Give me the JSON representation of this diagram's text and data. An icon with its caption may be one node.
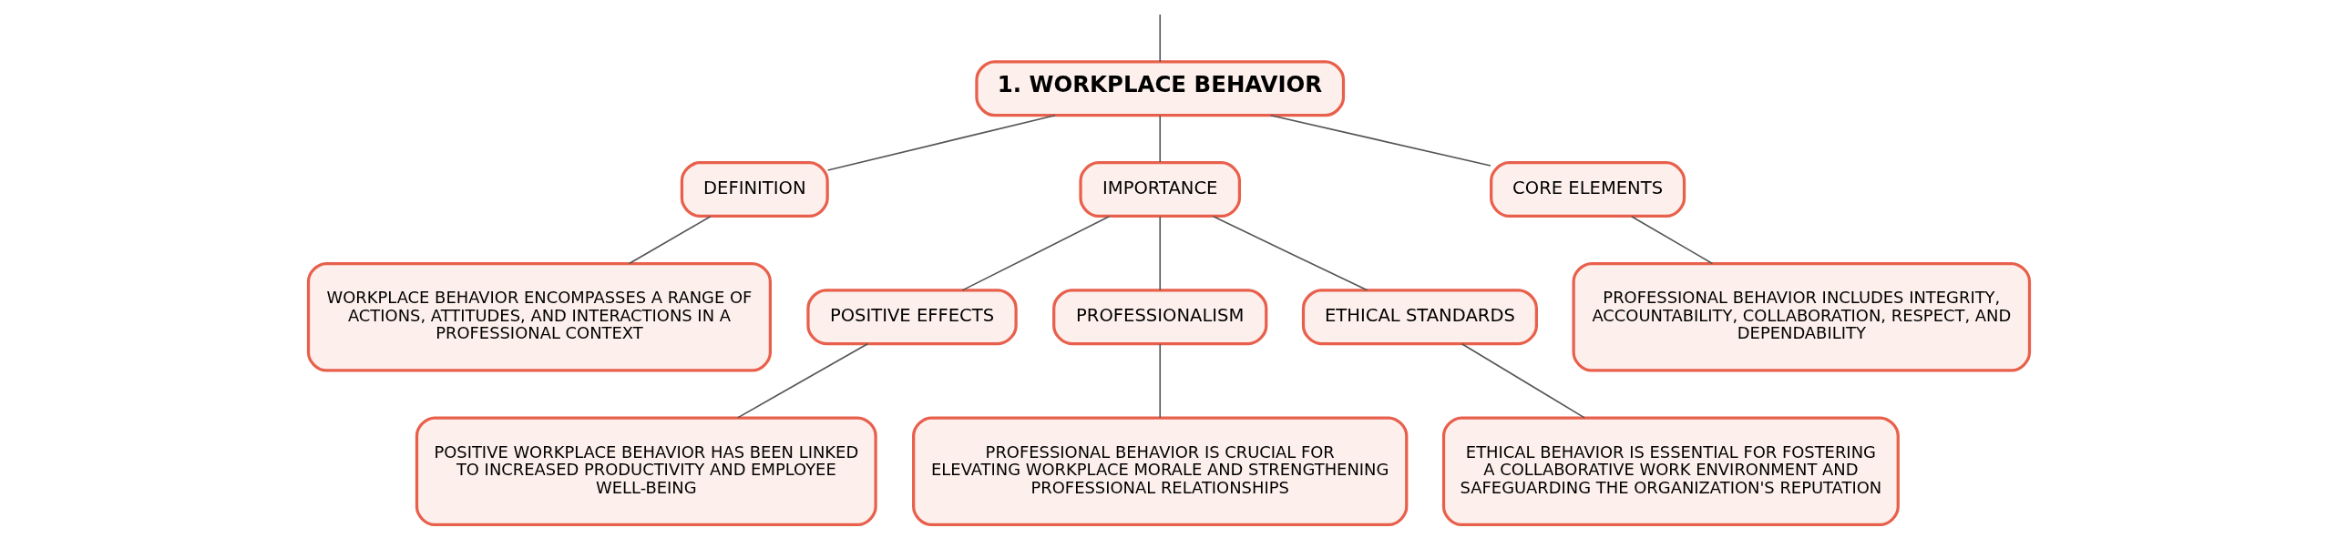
{
  "diagram": {
    "nodes": [
      {
        "text": [
          "1. WORKPLACE BEHAVIOR"
        ]
      },
      {
        "text": [
          "DEFINITION"
        ]
      },
      {
        "text": [
          "IMPORTANCE"
        ]
      },
      {
        "text": [
          "CORE ELEMENTS"
        ]
      },
      {
        "text": [
          "WORKPLACE BEHAVIOR ENCOMPASSES A RANGE OF ACTIONS, ATTITUDES, AND INTERACTIONS IN A PROFESSIONAL CONTEXT"
        ]
      },
      {
        "text": [
          "POSITIVE EFFECTS"
        ]
      },
      {
        "text": [
          "PROFESSIONALISM"
        ]
      },
      {
        "text": [
          "ETHICAL STANDARDS"
        ]
      },
      {
        "text": [
          "PROFESSIONAL BEHAVIOR INCLUDES INTEGRITY, ACCOUNTABILITY, COLLABORATION, RESPECT, AND DEPENDABILITY"
        ]
      },
      {
        "text": [
          "POSITIVE WORKPLACE BEHAVIOR HAS BEEN LINKED TO INCREASED PRODUCTIVITY AND EMPLOYEE WELL-BEING"
        ]
      },
      {
        "text": [
          "PROFESSIONAL BEHAVIOR IS CRUCIAL FOR ELEVATING WORKPLACE MORALE AND STRENGTHENING PROFESSIONAL RELATIONSHIPS"
        ]
      },
      {
        "text": [
          "ETHICAL BEHAVIOR IS ESSENTIAL FOR FOSTERING A COLLABORATIVE WORK ENVIRONMENT AND SAFEGUARDING THE ORGANIZATION'S REPUTATION"
        ]
      }
    ],
    "edges": [
      {
        "from": null,
        "to": 0,
        "arrow": "none"
      },
      {
        "from": 0,
        "to": 1,
        "arrow": "none"
      },
      {
        "from": 0,
        "to": 2,
        "arrow": "none"
      },
      {
        "from": 0,
        "to": 3,
        "arrow": "none"
      },
      {
        "from": 1,
        "to": 4,
        "arrow": "none"
      },
      {
        "from": 2,
        "to": 5,
        "arrow": "none"
      },
      {
        "from": 2,
        "to": 6,
        "arrow": "none"
      },
      {
        "from": 2,
        "to": 7,
        "arrow": "none"
      },
      {
        "from": 3,
        "to": 8,
        "arrow": "none"
      },
      {
        "from": 5,
        "to": 9,
        "arrow": "none"
      },
      {
        "from": 6,
        "to": 10,
        "arrow": "none"
      },
      {
        "from": 7,
        "to": 11,
        "arrow": "none"
      }
    ]
  }
}
